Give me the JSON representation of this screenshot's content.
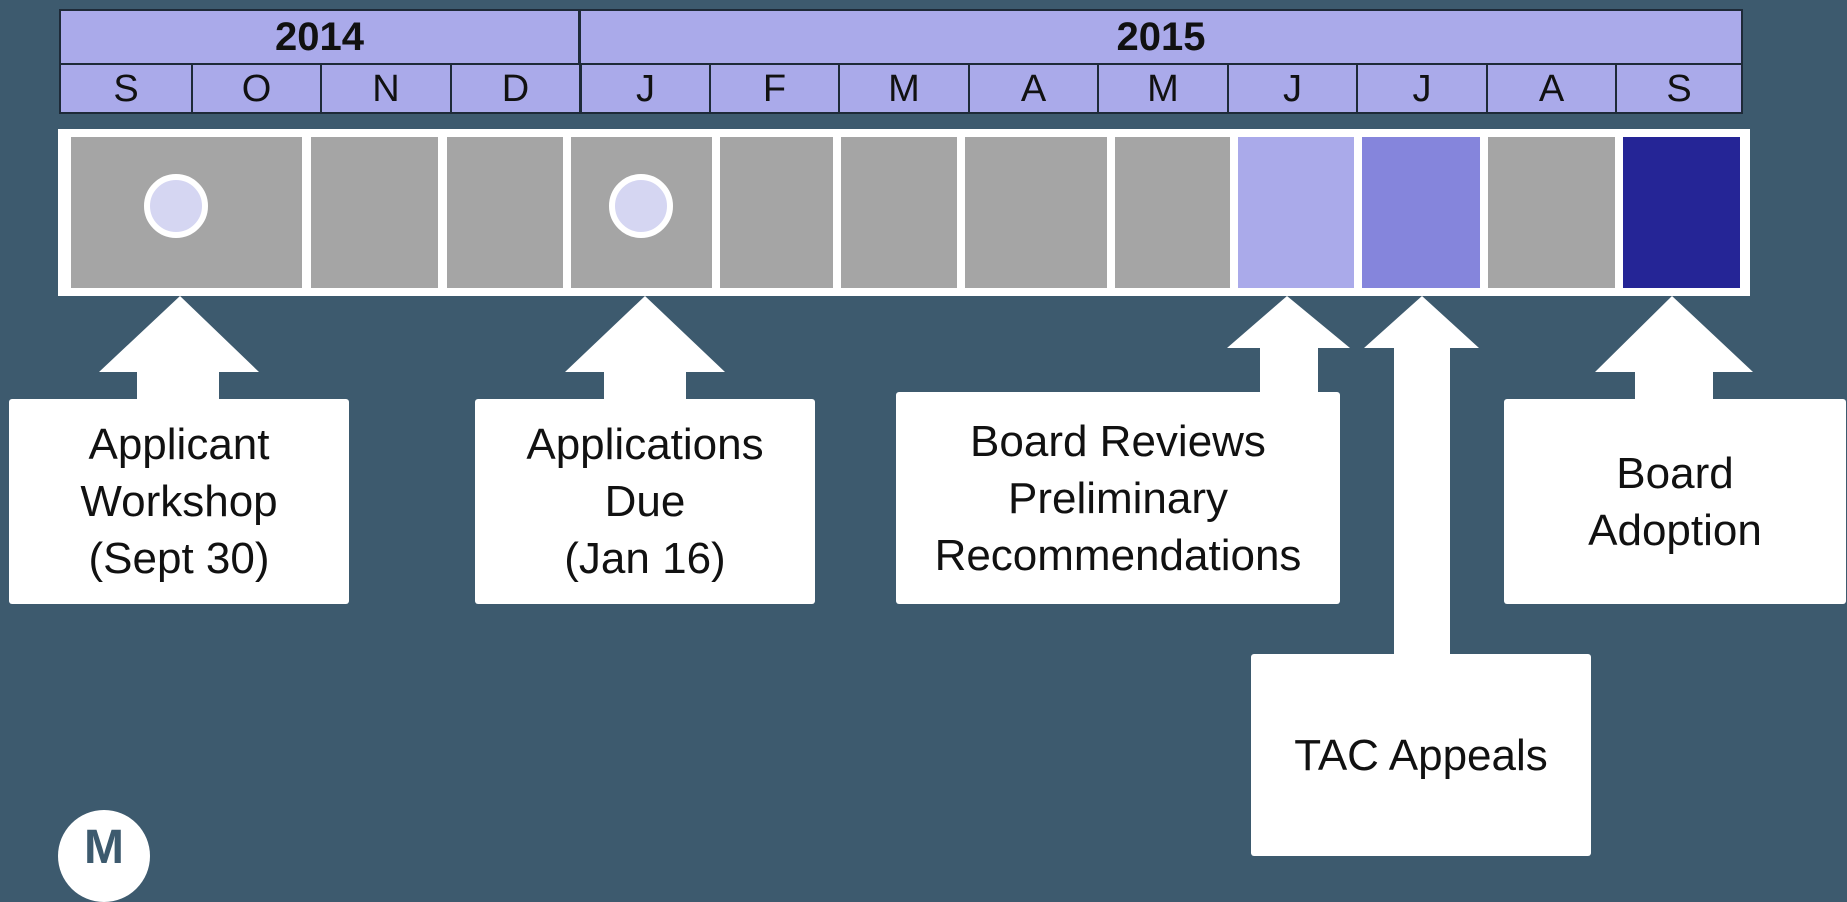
{
  "header": {
    "year_2014": "2014",
    "year_2015": "2015",
    "months": [
      "S",
      "O",
      "N",
      "D",
      "J",
      "F",
      "M",
      "A",
      "M",
      "J",
      "J",
      "A",
      "S"
    ]
  },
  "colors": {
    "background": "#3d5a6e",
    "header_fill": "#aaaaea",
    "cell_gray": "#a5a5a5",
    "cell_light_purple": "#aaaaea",
    "cell_mid_purple": "#8585dc",
    "cell_dark_purple": "#252596",
    "milestone_dot": "#d5d6f2"
  },
  "milestones": {
    "workshop": "Applicant\nWorkshop\n(Sept 30)",
    "applications_due": "Applications\nDue\n(Jan 16)",
    "board_reviews": "Board Reviews\nPreliminary\nRecommendations",
    "tac_appeals": "TAC Appeals",
    "board_adoption": "Board\nAdoption"
  },
  "logo": {
    "letter": "M"
  }
}
